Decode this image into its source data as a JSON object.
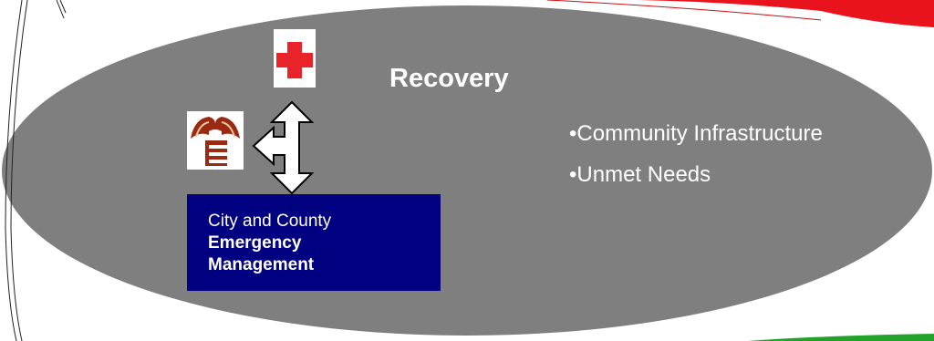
{
  "title": "Recovery",
  "bullets": [
    "•Community Infrastructure",
    "•Unmet Needs"
  ],
  "agency_box": {
    "line1": "City and County",
    "line2": "Emergency",
    "line3": "Management"
  },
  "colors": {
    "ellipse": "#7f7f7f",
    "agency_box": "#000080",
    "cross": "#e8232a",
    "red_swoosh": "#e8131c",
    "green_swoosh": "#22a22a",
    "text": "#ffffff"
  },
  "icons": {
    "cross": "red-cross-icon",
    "logo": "emergency-agency-logo-icon",
    "arrows": "three-way-arrow-icon"
  }
}
